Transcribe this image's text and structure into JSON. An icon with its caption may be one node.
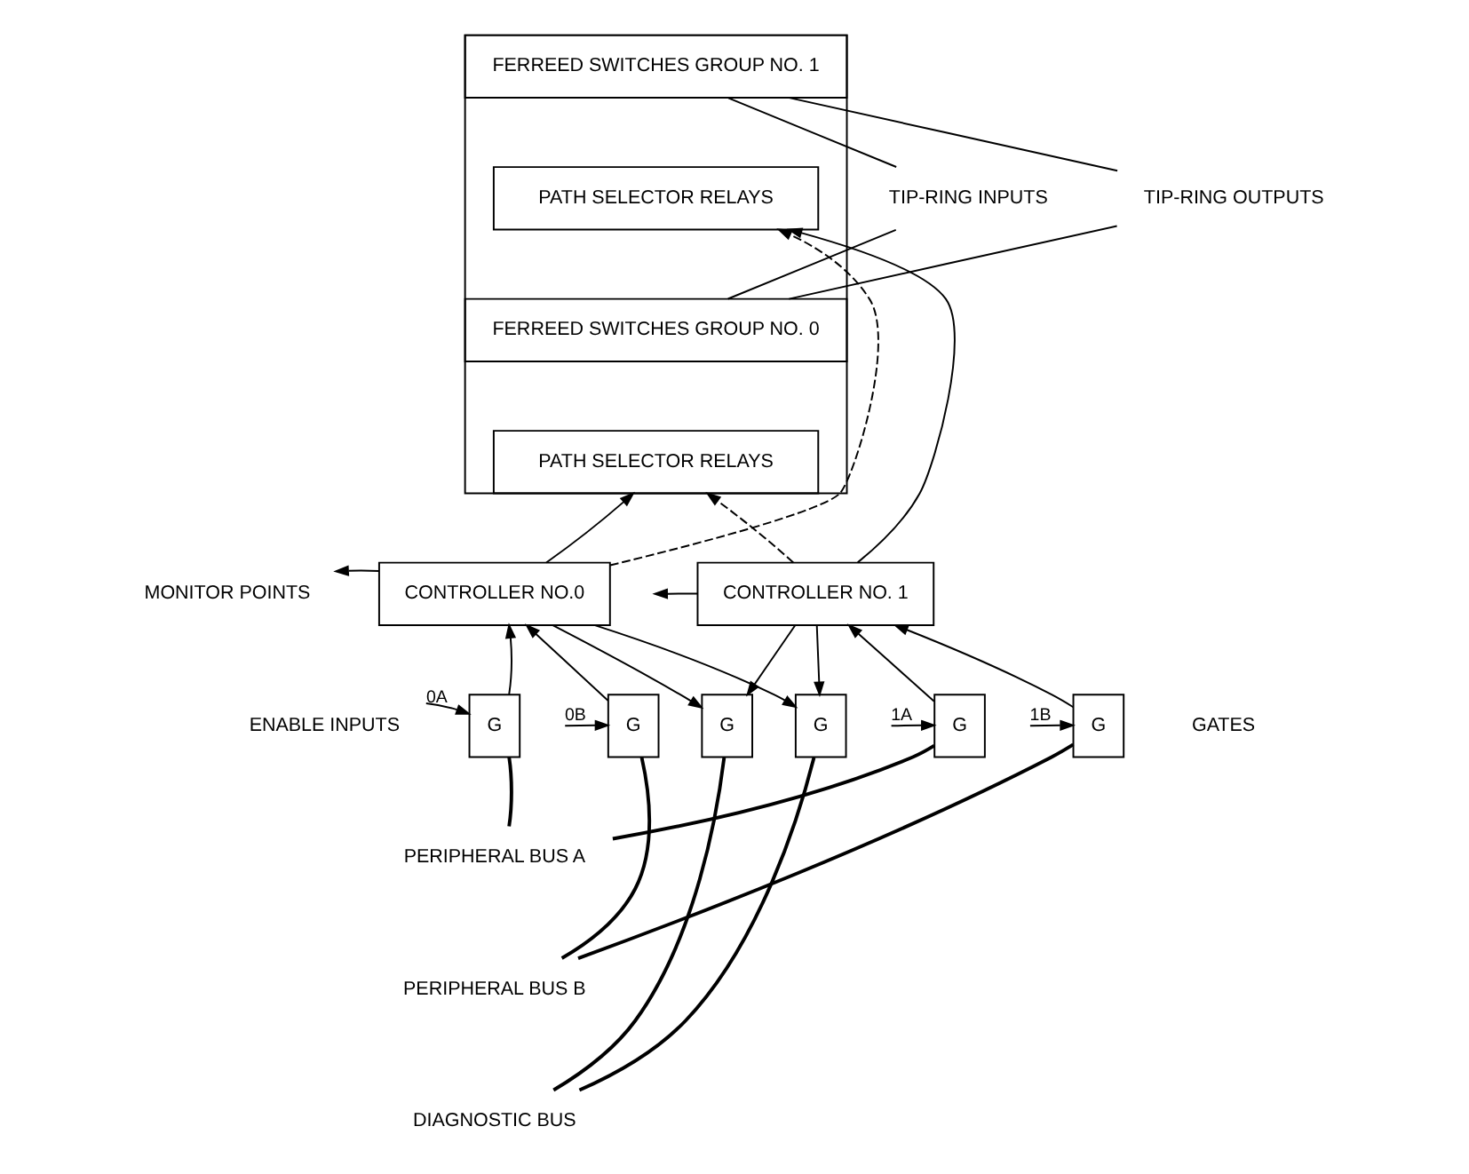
{
  "diagram": {
    "nodes": [
      {
        "text": [],
        "shape": "box"
      },
      {
        "text": [
          "FERREED SWITCHES GROUP NO. 1"
        ],
        "in": 0
      },
      {
        "text": [
          "PATH SELECTOR RELAYS"
        ],
        "in": 0
      },
      {
        "text": [
          "FERREED SWITCHES GROUP NO. 0"
        ],
        "in": 0
      },
      {
        "text": [
          "PATH SELECTOR RELAYS"
        ],
        "in": 0
      },
      {
        "text": [
          "TIP-RING INPUTS"
        ]
      },
      {
        "text": [
          "TIP-RING OUTPUTS"
        ]
      },
      {
        "text": [
          "MONITOR POINTS"
        ]
      },
      {
        "text": [
          "CONTROLLER NO.0"
        ]
      },
      {
        "text": [
          "CONTROLLER NO. 1"
        ]
      },
      {
        "text": [
          "ENABLE INPUTS"
        ]
      },
      {
        "text": [
          "G"
        ]
      },
      {
        "text": [
          "G"
        ]
      },
      {
        "text": [
          "G"
        ]
      },
      {
        "text": [
          "G"
        ]
      },
      {
        "text": [
          "G"
        ]
      },
      {
        "text": [
          "G"
        ]
      },
      {
        "text": [
          "PERIPHERAL BUS A"
        ]
      },
      {
        "text": [
          "PERIPHERAL BUS B"
        ]
      },
      {
        "text": [
          "DIAGNOSTIC BUS"
        ]
      }
    ],
    "edges": [
      {
        "from": 5,
        "to": 1,
        "arrow": "none"
      },
      {
        "from": 5,
        "to": 3,
        "arrow": "none"
      },
      {
        "from": 1,
        "to": 6,
        "arrow": "none"
      },
      {
        "from": 3,
        "to": 6,
        "arrow": "none"
      },
      {
        "from": 8,
        "to": 2,
        "arrow": "to",
        "style": "dashed"
      },
      {
        "from": 8,
        "to": 4,
        "arrow": "to"
      },
      {
        "from": 9,
        "to": 4,
        "arrow": "to",
        "style": "dashed"
      },
      {
        "from": 9,
        "to": 2,
        "arrow": "to"
      },
      {
        "from": 8,
        "to": 7,
        "arrow": "to"
      },
      {
        "from": 9,
        "to": null,
        "arrow": "to"
      },
      {
        "from": 11,
        "to": 8,
        "arrow": "to"
      },
      {
        "from": 12,
        "to": 8,
        "arrow": "to"
      },
      {
        "from": 8,
        "to": 13,
        "arrow": "to"
      },
      {
        "from": 8,
        "to": 14,
        "arrow": "to"
      },
      {
        "from": 9,
        "to": 13,
        "arrow": "to"
      },
      {
        "from": 9,
        "to": 14,
        "arrow": "to"
      },
      {
        "from": 15,
        "to": 9,
        "arrow": "to"
      },
      {
        "from": 16,
        "to": 9,
        "arrow": "to"
      },
      {
        "from": 10,
        "to": 11,
        "arrow": "to",
        "label": "0A"
      },
      {
        "from": null,
        "to": 12,
        "arrow": "to",
        "label": "0B"
      },
      {
        "from": null,
        "to": 15,
        "arrow": "to",
        "label": "1A"
      },
      {
        "from": null,
        "to": 16,
        "arrow": "to",
        "label": "1B"
      },
      {
        "from": 11,
        "to": 17,
        "arrow": "none"
      },
      {
        "from": 15,
        "to": 17,
        "arrow": "none"
      },
      {
        "from": 12,
        "to": 18,
        "arrow": "none"
      },
      {
        "from": 16,
        "to": 18,
        "arrow": "none"
      },
      {
        "from": 13,
        "to": 19,
        "arrow": "none"
      },
      {
        "from": 14,
        "to": 19,
        "arrow": "none"
      }
    ],
    "labels": [
      "GATES"
    ]
  }
}
